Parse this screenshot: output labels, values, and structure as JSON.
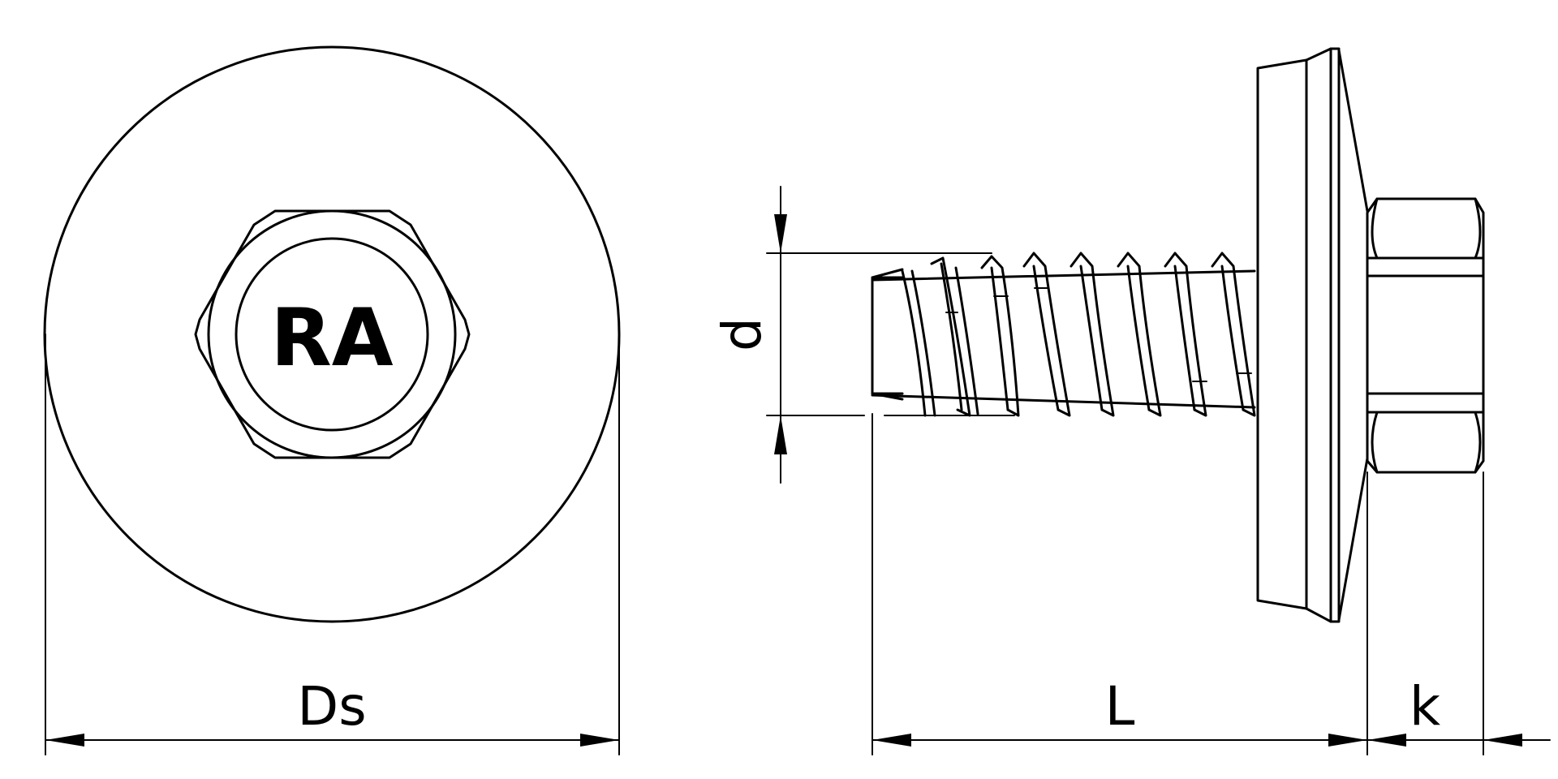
{
  "head_marking": "RA",
  "dimensions": {
    "washer_diameter": "Ds",
    "thread_diameter": "d",
    "length": "L",
    "head_height": "k"
  }
}
